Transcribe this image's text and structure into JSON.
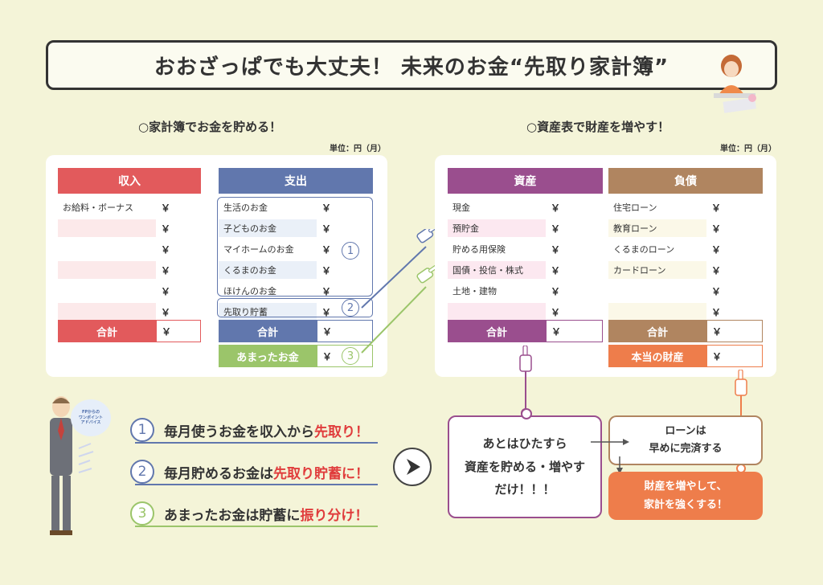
{
  "title": "おおざっぱでも大丈夫！ 未来のお金“先取り家計簿”",
  "left_section": {
    "heading": "○家計簿でお金を貯める！",
    "unit": "単位：円（月）",
    "income": {
      "header": "収入",
      "rows": [
        "お給料・ボーナス",
        "",
        "",
        "",
        "",
        ""
      ],
      "total_label": "合計"
    },
    "expense": {
      "header": "支出",
      "rows": [
        "生活のお金",
        "子どものお金",
        "マイホームのお金",
        "くるまのお金",
        "ほけんのお金",
        "先取り貯蓄"
      ],
      "total_label": "合計",
      "extra_label": "あまったお金"
    }
  },
  "right_section": {
    "heading": "○資産表で財産を増やす！",
    "unit": "単位：円（月）",
    "assets": {
      "header": "資産",
      "rows": [
        "現金",
        "預貯金",
        "貯める用保険",
        "国債・投信・株式",
        "土地・建物",
        ""
      ],
      "total_label": "合計"
    },
    "liabilities": {
      "header": "負債",
      "rows": [
        "住宅ローン",
        "教育ローン",
        "くるまのローン",
        "カードローン",
        "",
        ""
      ],
      "total_label": "合計",
      "net_worth_label": "本当の財産"
    }
  },
  "yen": "￥",
  "circle_numbers": [
    "1",
    "2",
    "3"
  ],
  "advisor_badge": [
    "FPからの",
    "ワンポイント",
    "アドバイス"
  ],
  "tips": [
    {
      "num": "1",
      "pre": "毎月使うお金を収入から",
      "em": "先取り！",
      "post": ""
    },
    {
      "num": "2",
      "pre": "毎月貯めるお金は",
      "em": "先取り貯蓄に！",
      "post": ""
    },
    {
      "num": "3",
      "pre": "あまったお金は貯蓄に",
      "em": "振り分け！",
      "post": ""
    }
  ],
  "bottom": {
    "left_box": [
      "あとはひたすら",
      "資産を貯める・増やす",
      "だけ！！！"
    ],
    "right_top_box": [
      "ローンは",
      "早めに完済する"
    ],
    "right_bottom_box": [
      "財産を増やして、",
      "家計を強くする！"
    ]
  },
  "colors": {
    "income": "#e25a5c",
    "expense": "#6177ad",
    "extra": "#9bc56a",
    "assets": "#9a4e8e",
    "liabilities": "#b08560",
    "net_worth": "#ee7d4b",
    "income_row": "#fce9ea",
    "expense_row": "#eaf0f8",
    "asset_row": "#fce8f0",
    "liab_row": "#fbf8e8"
  }
}
